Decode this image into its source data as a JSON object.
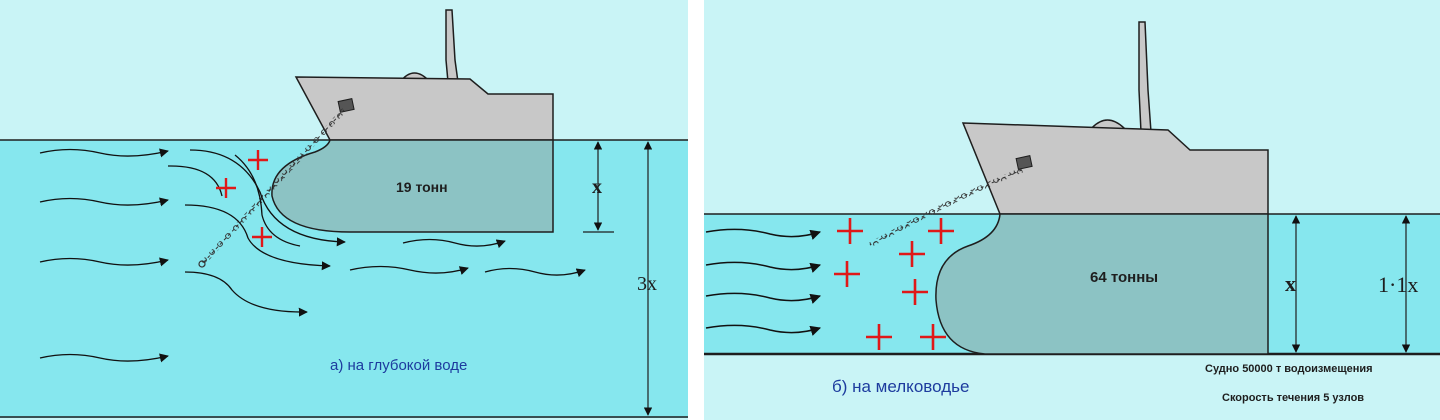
{
  "colors": {
    "sky": "#c9f4f6",
    "water": "#86e7ee",
    "hull_above": "#c8c8c8",
    "hull_below": "#8cc3c4",
    "outline": "#1e1e1e",
    "plus": "#e01818",
    "caption": "#1d3b9e"
  },
  "panel_a": {
    "cargo_label": "19 тонн",
    "depth_label": "x",
    "total_depth_label": "3x",
    "caption": "а) на глубокой воде"
  },
  "panel_b": {
    "cargo_label": "64 тонны",
    "depth_label": "x",
    "total_depth_label": "1·1x",
    "caption": "б) на мелководье",
    "note_displacement": "Судно 50000 т водоизмещения",
    "note_current": "Скорость течения 5 узлов"
  }
}
